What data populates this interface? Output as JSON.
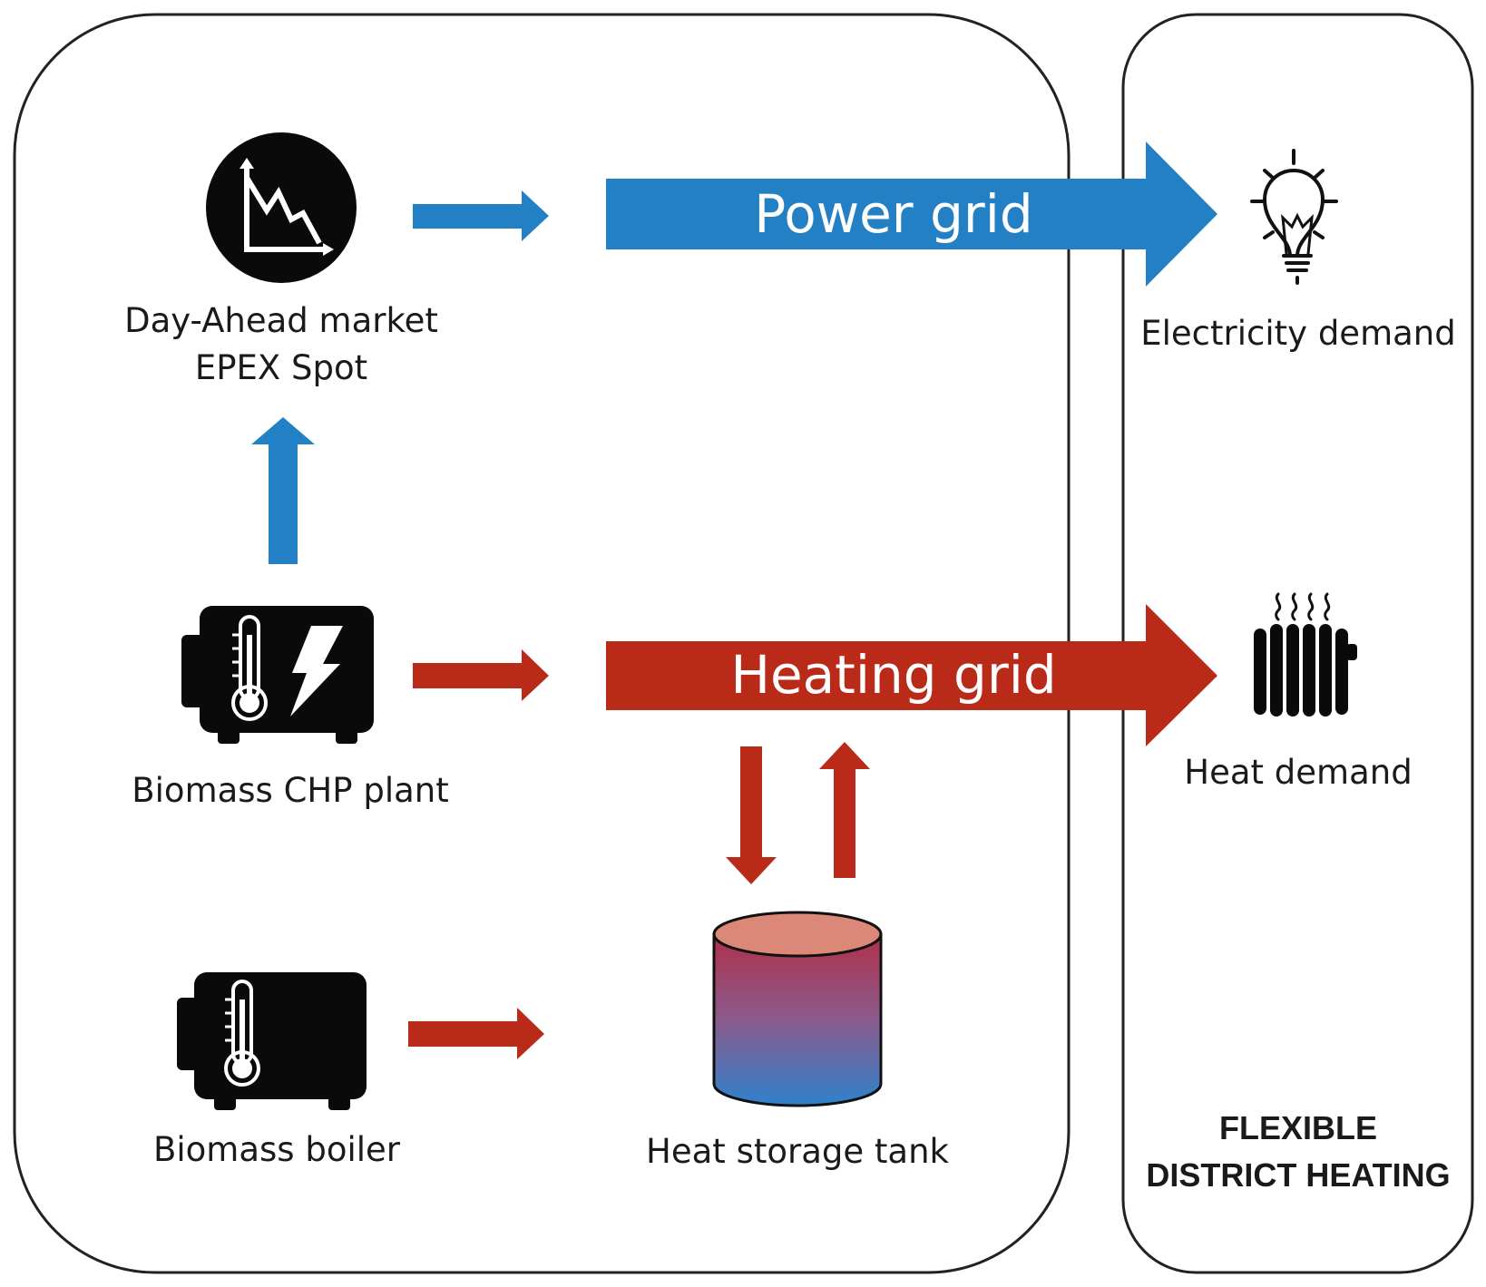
{
  "nodes": {
    "market": {
      "line1": "Day-Ahead market",
      "line2": "EPEX Spot"
    },
    "chp": {
      "label": "Biomass CHP plant"
    },
    "boiler": {
      "label": "Biomass boiler"
    },
    "storage": {
      "label": "Heat storage tank"
    },
    "electricity_demand": {
      "label": "Electricity demand"
    },
    "heat_demand": {
      "label": "Heat demand"
    }
  },
  "grids": {
    "power": {
      "label": "Power grid",
      "color": "#2480c4"
    },
    "heating": {
      "label": "Heating grid",
      "color": "#b92a18"
    }
  },
  "panel": {
    "line1": "FLEXIBLE",
    "line2": "DISTRICT HEATING"
  },
  "icons": [
    "price-chart-icon",
    "chp-plant-icon",
    "boiler-icon",
    "storage-tank-icon",
    "lightbulb-icon",
    "radiator-icon"
  ]
}
